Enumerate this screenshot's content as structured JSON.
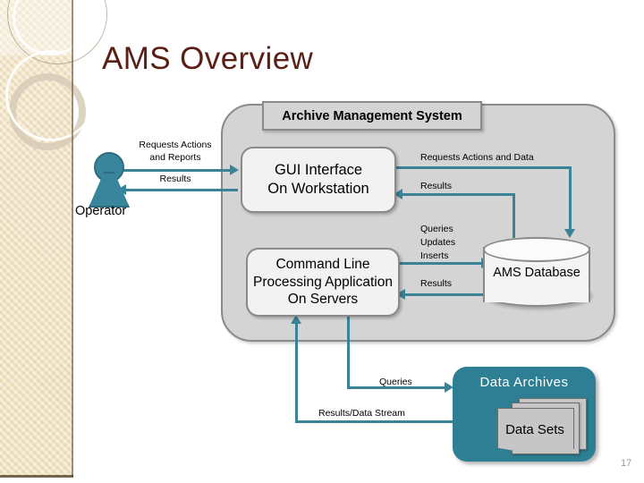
{
  "slide": {
    "title": "AMS Overview",
    "page_number": "17",
    "title_color": "#5a1f15",
    "accent_color": "#3a8296",
    "archive_fill": "#2e7f93",
    "container_fill": "#d4d4d4",
    "sidebar_color": "#f0e3c3"
  },
  "diagram": {
    "container_label": "Archive Management System",
    "actor": {
      "label": "Operator",
      "icon": "person-icon"
    },
    "nodes": {
      "gui": {
        "line1": "GUI Interface",
        "line2": "On Workstation"
      },
      "cli": {
        "line1": "Command Line",
        "line2": "Processing Application",
        "line3": "On Servers"
      },
      "database": {
        "label": "AMS Database",
        "shape": "cylinder-icon"
      },
      "archives": {
        "title": "Data Archives",
        "datasets_label": "Data Sets",
        "shape": "stacked-documents-icon"
      }
    },
    "edges": {
      "operator_to_gui": "Requests Actions\nand Reports",
      "operator_to_gui_line1": "Requests Actions",
      "operator_to_gui_line2": "and Reports",
      "gui_to_operator": "Results",
      "gui_to_db": "Requests Actions and Data",
      "db_to_gui": "Results",
      "cli_to_db_line1": "Queries",
      "cli_to_db_line2": "Updates",
      "cli_to_db_line3": "Inserts",
      "db_to_cli": "Results",
      "cli_to_archives": "Queries",
      "archives_to_cli": "Results/Data Stream"
    }
  }
}
